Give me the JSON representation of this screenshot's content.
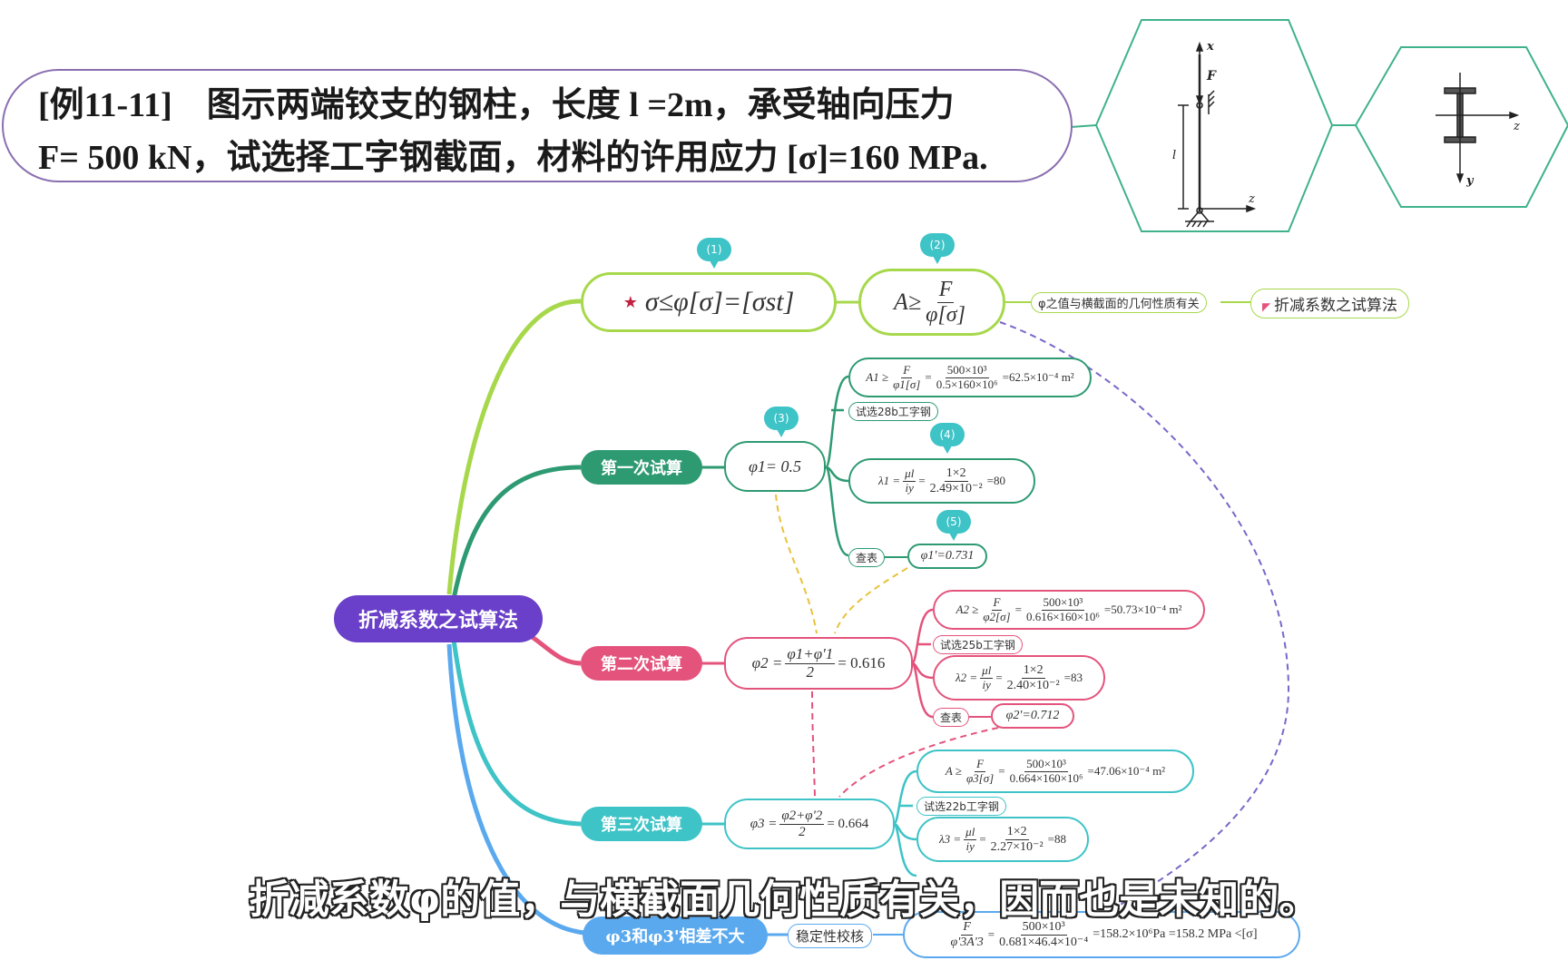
{
  "title": {
    "line1": "[例11-11]　图示两端铰支的钢柱，长度 l =2m，承受轴向压力",
    "line2": "F= 500 kN，试选择工字钢截面，材料的许用应力 [σ]=160 MPa."
  },
  "figure": {
    "col_labels": {
      "x": "x",
      "F": "F",
      "l": "l",
      "z": "z"
    },
    "section_labels": {
      "z": "z",
      "y": "y"
    }
  },
  "central": {
    "label": "折减系数之试算法"
  },
  "bubbles": [
    "(1)",
    "(2)",
    "(3)",
    "(4)",
    "(5)"
  ],
  "top": {
    "formula1": "σ≤φ[σ]=[σst]",
    "formula2_lhs": "A≥",
    "formula2_num": "F",
    "formula2_den": "φ[σ]",
    "note": "φ之值与横截面的几何性质有关",
    "link": "折减系数之试算法"
  },
  "trial1": {
    "label": "第一次试算",
    "phi": "φ1= 0.5",
    "area_lhs": "A1 ≥",
    "area_f_num": "F",
    "area_f_den": "φ1[σ]",
    "area_num": "500×10³",
    "area_den": "0.5×160×10⁶",
    "area_res": "=62.5×10⁻⁴ m²",
    "choose": "试选28b工字钢",
    "lam_lhs": "λ1 =",
    "lam_f_num": "μl",
    "lam_f_den": "iy",
    "lam_num": "1×2",
    "lam_den": "2.49×10⁻²",
    "lam_res": "=80",
    "lookup": "查表",
    "phi_prime": "φ1'=0.731"
  },
  "trial2": {
    "label": "第二次试算",
    "phi_lhs": "φ2 =",
    "phi_num": "φ1+φ'1",
    "phi_den": "2",
    "phi_res": "= 0.616",
    "area_lhs": "A2 ≥",
    "area_f_num": "F",
    "area_f_den": "φ2[σ]",
    "area_num": "500×10³",
    "area_den": "0.616×160×10⁶",
    "area_res": "=50.73×10⁻⁴ m²",
    "choose": "试选25b工字钢",
    "lam_lhs": "λ2 =",
    "lam_f_num": "μl",
    "lam_f_den": "iy",
    "lam_num": "1×2",
    "lam_den": "2.40×10⁻²",
    "lam_res": "=83",
    "lookup": "查表",
    "phi_prime": "φ2'=0.712"
  },
  "trial3": {
    "label": "第三次试算",
    "phi_lhs": "φ3 =",
    "phi_num": "φ2+φ'2",
    "phi_den": "2",
    "phi_res": "= 0.664",
    "area_lhs": "A ≥",
    "area_f_num": "F",
    "area_f_den": "φ3[σ]",
    "area_num": "500×10³",
    "area_den": "0.664×160×10⁶",
    "area_res": "=47.06×10⁻⁴ m²",
    "choose": "试选22b工字钢",
    "lam_lhs": "λ3 =",
    "lam_f_num": "μl",
    "lam_f_den": "iy",
    "lam_num": "1×2",
    "lam_den": "2.27×10⁻²",
    "lam_res": "=88"
  },
  "final": {
    "label": "φ3和φ3'相差不大",
    "check": "稳定性校核",
    "f_num": "F",
    "f_den": "φ'3A'3",
    "num": "500×10³",
    "den": "0.681×46.4×10⁻⁴",
    "res": "=158.2×10⁶Pa =158.2 MPa <[σ]"
  },
  "subtitle": "折减系数φ的值，与横截面几何性质有关，因而也是未知的。",
  "colors": {
    "purple": "#6a3fc9",
    "green_dark": "#2e9a72",
    "pink": "#e4537c",
    "teal": "#3ec3c7",
    "blue": "#5aa9ee",
    "lime": "#a7d84c",
    "title_border": "#8a6fb0",
    "hex_border": "#3fb28a"
  }
}
